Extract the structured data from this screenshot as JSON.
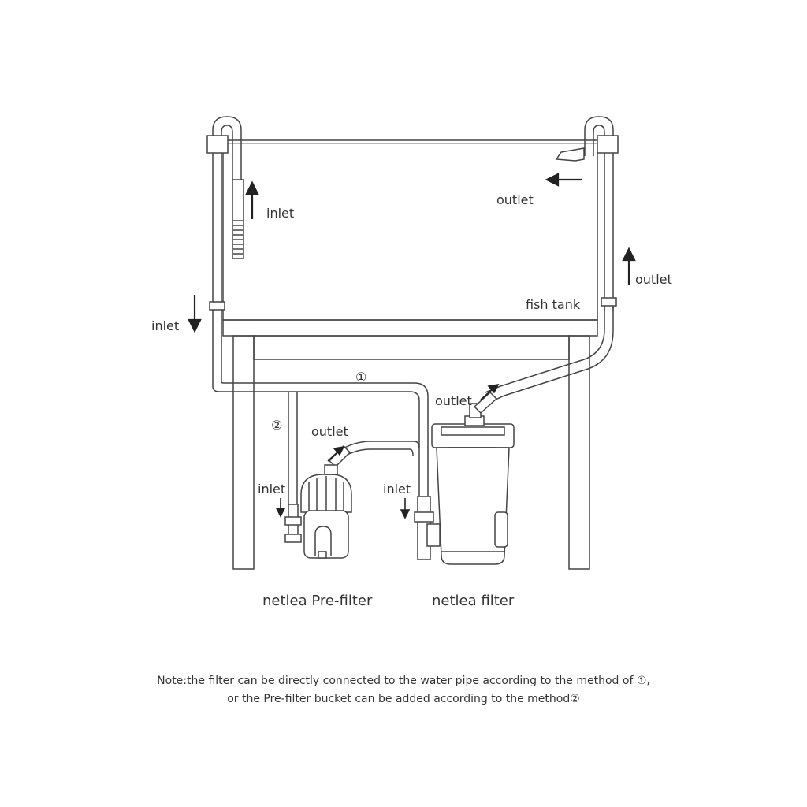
{
  "labels": {
    "tank_inlet": "inlet",
    "tank_outlet": "outlet",
    "side_outlet": "outlet",
    "side_inlet": "inlet",
    "fish_tank": "fish tank",
    "method_1": "①",
    "method_2": "②",
    "filter_outlet": "outlet",
    "prefilter_outlet": "outlet",
    "prefilter_inlet": "inlet",
    "filter_inlet": "inlet",
    "prefilter_name": "netlea Pre-filter",
    "filter_name": "netlea filter"
  },
  "note": {
    "line1": "Note:the filter can be directly connected to the water pipe according to the method of ①,",
    "line2": "or the Pre-filter bucket can be added according to the method②"
  }
}
